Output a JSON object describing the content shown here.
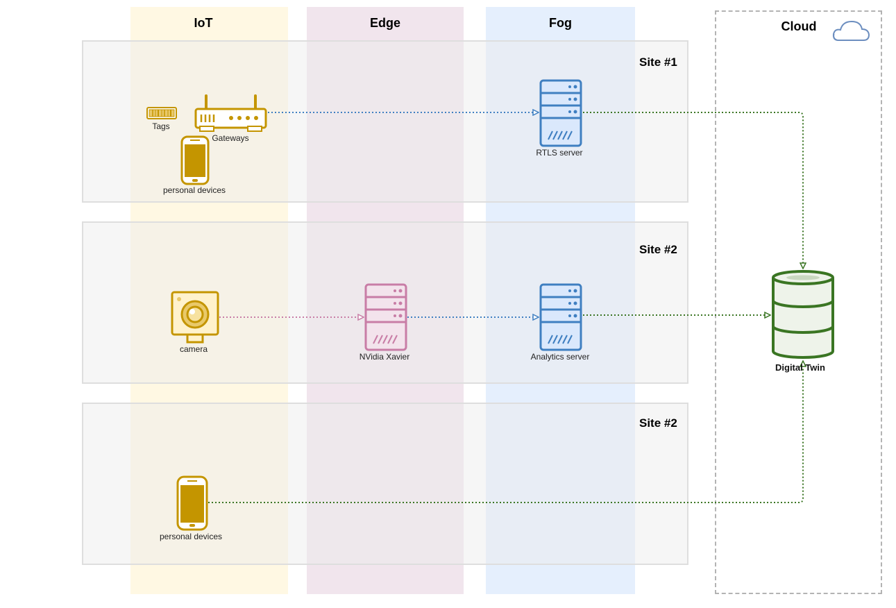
{
  "lanes": {
    "iot": "IoT",
    "edge": "Edge",
    "fog": "Fog",
    "cloud": "Cloud"
  },
  "sites": {
    "site1": "Site #1",
    "site2": "Site #2",
    "site3": "Site #2"
  },
  "nodes": {
    "tags": "Tags",
    "gateways": "Gateways",
    "personal_devices_1": "personal devices",
    "rtls_server": "RTLS server",
    "camera": "camera",
    "nvidia_xavier": "NVidia Xavier",
    "analytics_server": "Analytics server",
    "digital_twin": "Digital Twin",
    "personal_devices_2": "personal devices"
  },
  "colors": {
    "iot": "#c49500",
    "edge": "#c87da6",
    "fog": "#3f7fc1",
    "cloud": "#3a7523",
    "link_iot_edge": "#c87da6",
    "link_to_fog": "#3f7fc1",
    "link_to_cloud": "#3a7523"
  },
  "icons": {
    "tags": "rfid-tag-icon",
    "gateways": "router-icon",
    "personal_devices": "smartphone-icon",
    "server": "server-rack-icon",
    "camera": "camera-icon",
    "database": "database-icon",
    "cloud": "cloud-icon"
  }
}
